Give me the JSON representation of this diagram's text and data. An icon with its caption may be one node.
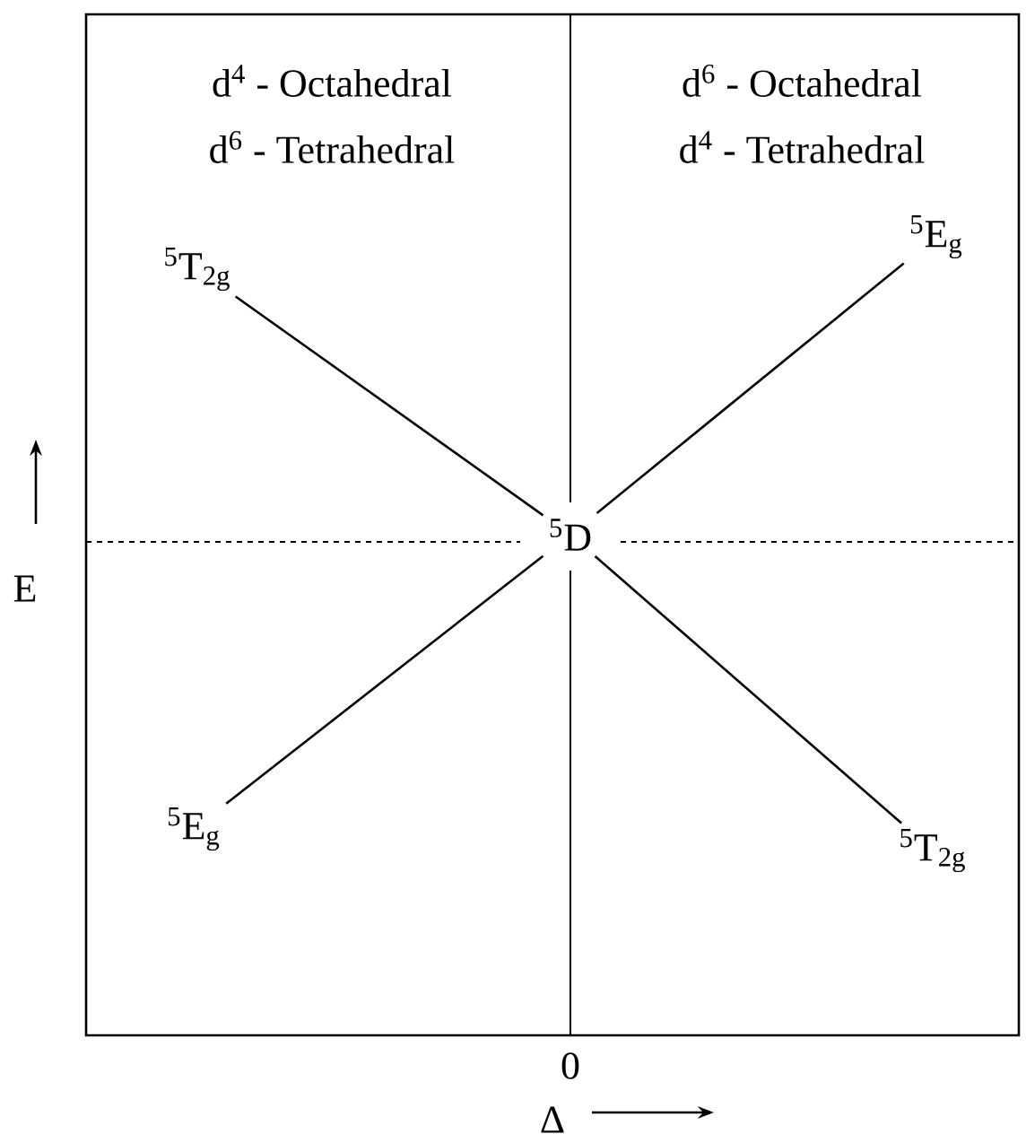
{
  "diagram": {
    "nodes": [
      {
        "text": [
          "$^{5}$D"
        ]
      },
      {
        "text": [
          "$^{5}$T$_{2g}$"
        ]
      },
      {
        "text": [
          "$^{5}$E$_{g}$"
        ]
      },
      {
        "text": [
          "$^{5}$E$_{g}$"
        ]
      },
      {
        "text": [
          "$^{5}$T$_{2g}$"
        ]
      }
    ],
    "edges": [
      {
        "from": 0,
        "to": 1,
        "arrow": "none"
      },
      {
        "from": 0,
        "to": 2,
        "arrow": "none"
      },
      {
        "from": 0,
        "to": 3,
        "arrow": "none"
      },
      {
        "from": 0,
        "to": 4,
        "arrow": "none"
      }
    ],
    "labels": [
      "d$^{4}$ - Octahedral",
      "d$^{6}$ - Octahedral",
      "d$^{6}$ - Tetrahedral",
      "d$^{4}$ - Tetrahedral",
      "E",
      "0",
      "Δ"
    ]
  }
}
